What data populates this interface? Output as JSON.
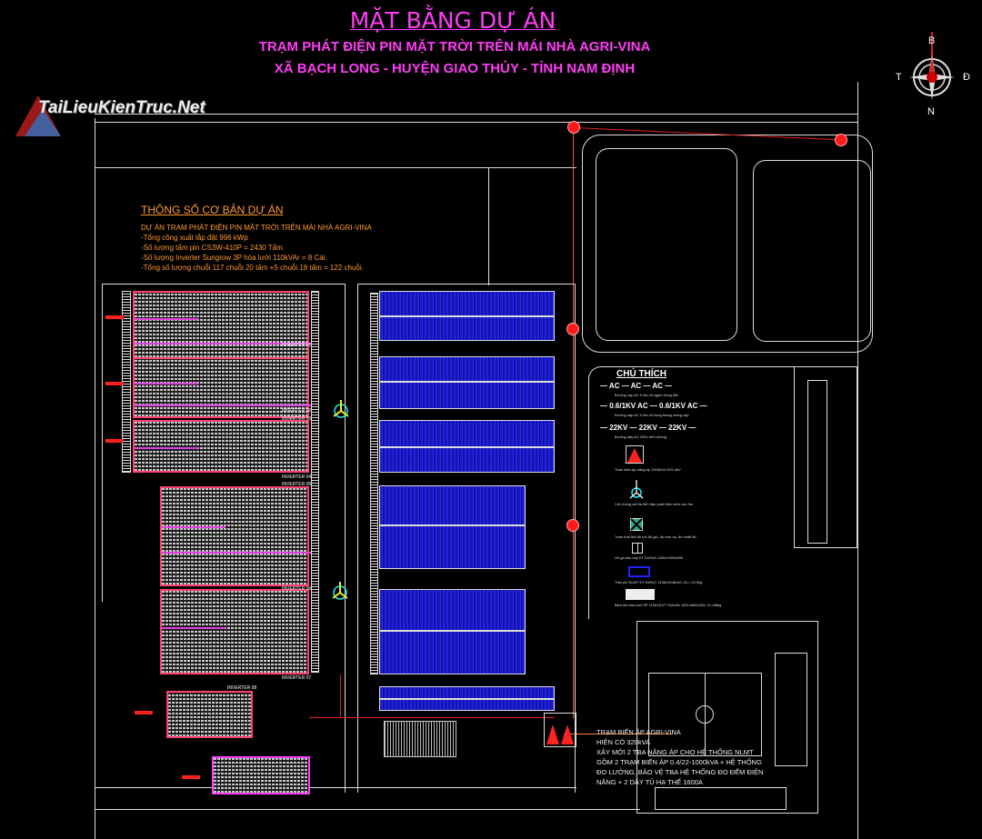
{
  "title": "MẶT BẰNG DỰ ÁN",
  "subtitle1": "TRẠM PHÁT ĐIỆN PIN MẶT TRỜI TRÊN MÁI NHÀ AGRI-VINA",
  "subtitle2": "XÃ BẠCH LONG - HUYỆN GIAO THỦY - TỈNH NAM ĐỊNH",
  "watermark": "TaiLieuKienTruc.Net",
  "compass": {
    "north": "B",
    "south": "N",
    "west": "T",
    "east": "Đ"
  },
  "params": {
    "heading": "THÔNG SỐ CƠ BẢN DỰ ÁN",
    "lines": [
      "DỰ ÁN TRẠM PHÁT ĐIỆN PIN MẶT TRỜI TRÊN MÁI NHÀ AGRI-VINA",
      "-Tổng công xuất lắp đặt 996 kWp",
      "-Số lượng tấm pin CS3W-410P = 2430 Tấm.",
      "-Số lượng Inverter Sungrow 3P hòa lưới 110kVAr = 8 Cái.",
      "-Tổng số lượng chuỗi 117 chuỗi 20 tấm +5 chuỗi 18 tấm = 122 chuỗi."
    ]
  },
  "legend": {
    "heading": "CHÚ THÍCH",
    "items": [
      {
        "symbol": "— AC — AC — AC —",
        "caption": "Đường cáp AC 0.4kv đi ngầm trong đất"
      },
      {
        "symbol": "— 0.6/1KV AC — 0.6/1KV AC —",
        "caption": "Đường cáp AC 0.4kv đi trong thang máng cáp"
      },
      {
        "symbol": "— 22KV — 22KV — 22KV —",
        "caption": "Đường dây AC 22kV trên không"
      },
      {
        "symbol": "",
        "caption": "Trạm biến áp nâng áp 1000kVA 22/0.4kV"
      },
      {
        "symbol": "",
        "caption": "Cột chống sét tia tiên đạo phát hiện sớm cao 9m"
      },
      {
        "symbol": "",
        "caption": "Trạm thời tiết đo tốc độ gió, đo bức xạ, đo nhiệt độ"
      },
      {
        "symbol": "",
        "caption": "Hố ga kéo cáp KT DxRxS 1000x1000x800"
      },
      {
        "symbol": "",
        "caption": "Tấm pin NLMT KT DxRxC 2108x1048x40, KL= 24.9kg"
      },
      {
        "symbol": "",
        "caption": "Biến tần hòa lưới 3P 110kVA KT RxDxW 1051x660x363, KL=88kg"
      }
    ]
  },
  "inverters": [
    "INVERTER 01",
    "INVERTER 02",
    "INVERTER 03",
    "INVERTER 04",
    "INVERTER 05",
    "INVERTER 06",
    "INVERTER 07",
    "INVERTER 08"
  ],
  "note": [
    "TRẠM BIẾN ÁP AGRI-VINA",
    "HIỆN CÓ 320kVA",
    "XÂY MỚI 2 TBA NÂNG ÁP CHO HỆ THỐNG NLMT",
    "GỒM 2 TRẠM BIẾN ÁP 0.4/22-1000kVA + HỆ THỐNG",
    "ĐO LƯỜNG, BẢO VỆ TBA HỆ THỐNG ĐO ĐẾM ĐIỆN",
    "NĂNG + 2 DÂY TỦ HẠ THẾ 1600A"
  ],
  "colors": {
    "title": "#ff3df5",
    "params": "#ff9a2e",
    "panel_blue": "#2a2aff",
    "panel_border": "#ff4070",
    "cable": "#e02020"
  }
}
